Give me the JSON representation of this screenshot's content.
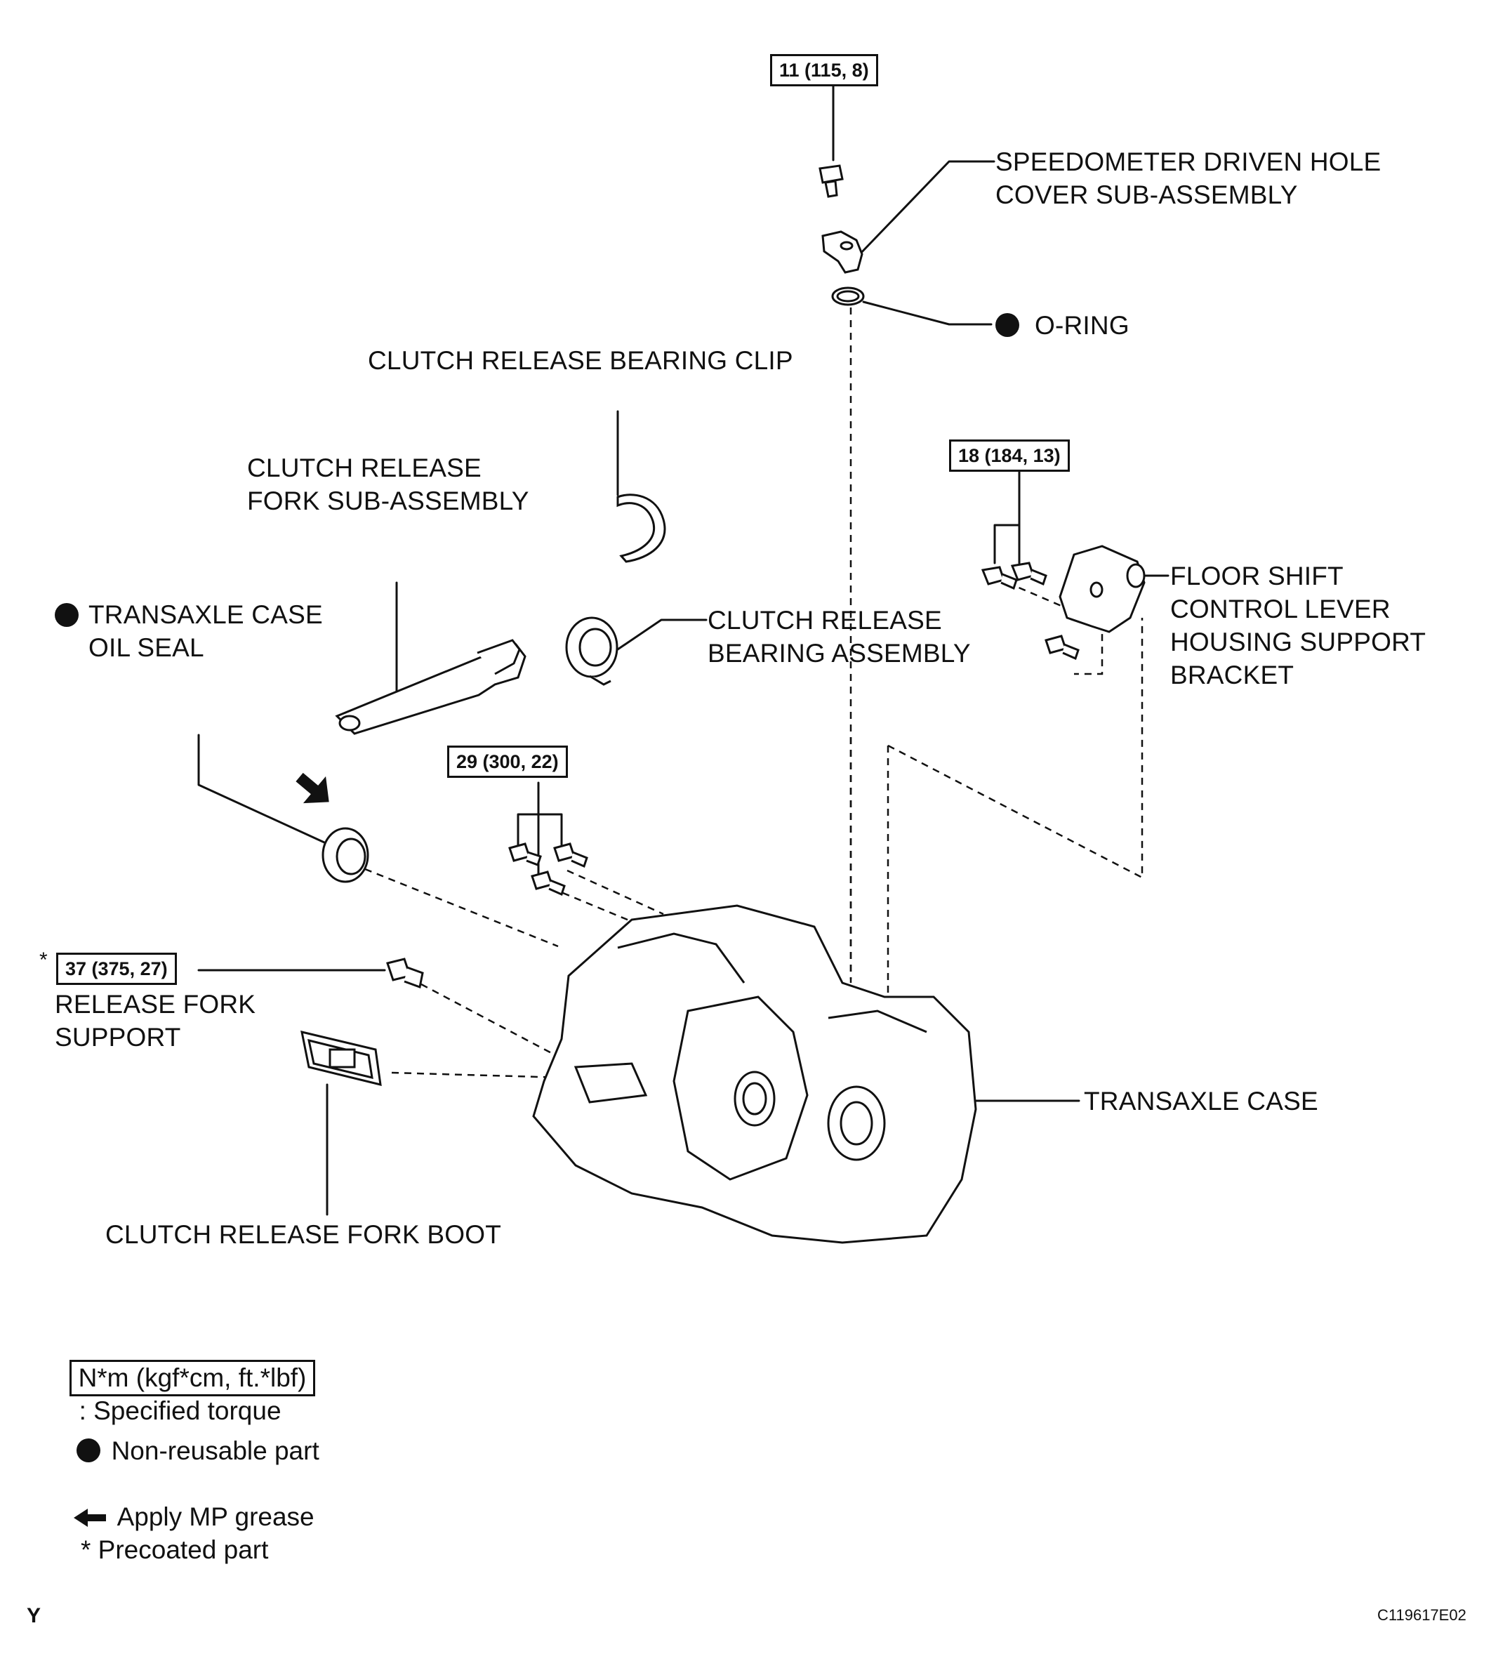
{
  "torque_specs": {
    "t1": "11 (115, 8)",
    "t2": "18 (184, 13)",
    "t3": "29 (300, 22)",
    "t4": "37 (375, 27)"
  },
  "labels": {
    "speedometer": "SPEEDOMETER DRIVEN HOLE\nCOVER SUB-ASSEMBLY",
    "oring": "O-RING",
    "bearing_clip": "CLUTCH RELEASE BEARING CLIP",
    "release_fork": "CLUTCH RELEASE\nFORK SUB-ASSEMBLY",
    "oil_seal": "TRANSAXLE CASE\nOIL SEAL",
    "bearing_assy": "CLUTCH RELEASE\nBEARING ASSEMBLY",
    "floor_shift": "FLOOR SHIFT\nCONTROL LEVER\nHOUSING SUPPORT\nBRACKET",
    "fork_support": "RELEASE FORK\nSUPPORT",
    "transaxle_case": "TRANSAXLE CASE",
    "fork_boot": "CLUTCH RELEASE FORK BOOT",
    "asterisk": "*"
  },
  "legend": {
    "torque_box": "N*m (kgf*cm, ft.*lbf)",
    "torque_text": ": Specified torque",
    "nonreusable": "Non-reusable part",
    "grease": "Apply MP grease",
    "precoated": "* Precoated part"
  },
  "footer": {
    "left": "Y",
    "right": "C119617E02"
  }
}
